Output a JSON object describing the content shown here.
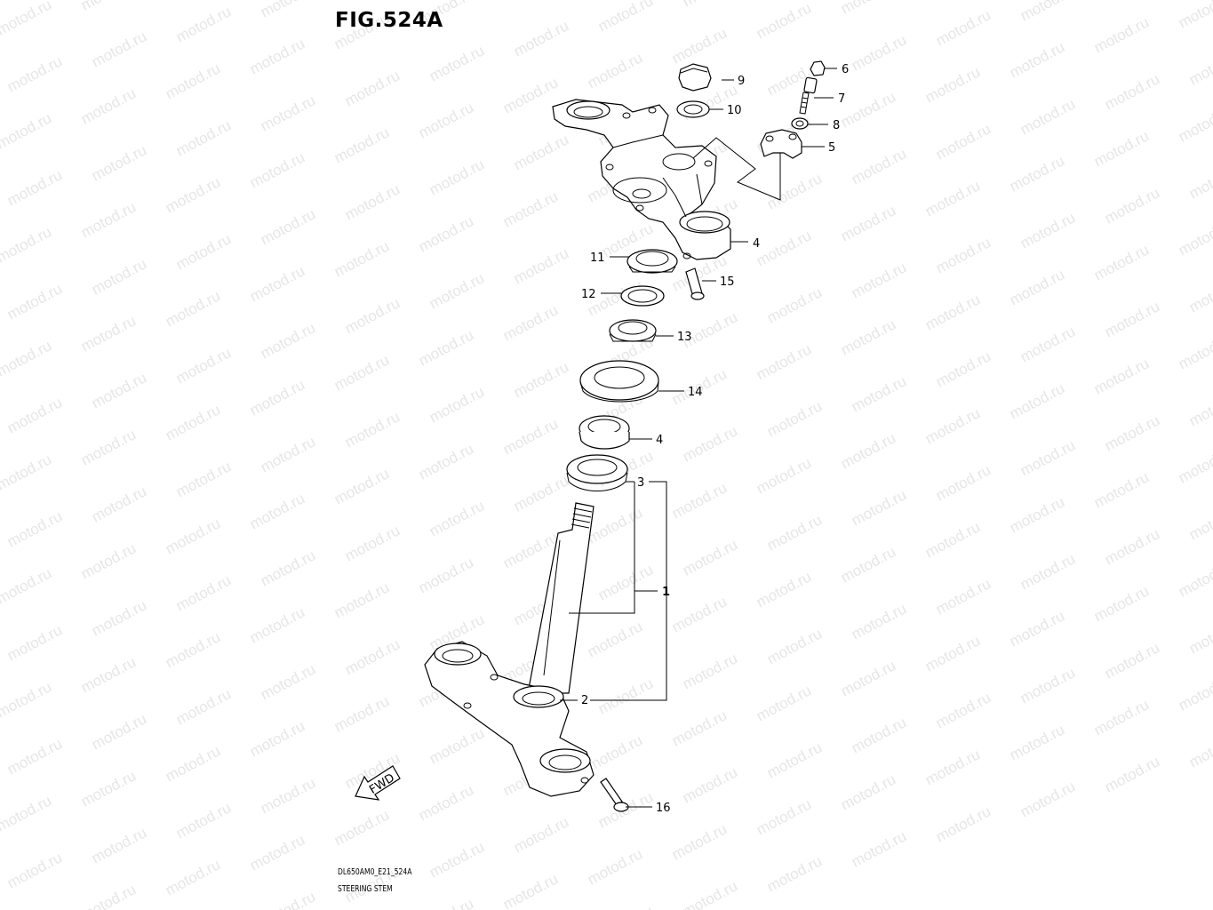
{
  "figure": {
    "title": "FIG.524A",
    "code": "DL650AM0_E21_524A",
    "name": "STEERING STEM",
    "fwd_label": "FWD",
    "watermark": "motod.ru"
  },
  "callouts": [
    {
      "id": "c1",
      "label": "1"
    },
    {
      "id": "c2",
      "label": "2"
    },
    {
      "id": "c3",
      "label": "3"
    },
    {
      "id": "c4a",
      "label": "4"
    },
    {
      "id": "c4b",
      "label": "4"
    },
    {
      "id": "c5",
      "label": "5"
    },
    {
      "id": "c6",
      "label": "6"
    },
    {
      "id": "c7",
      "label": "7"
    },
    {
      "id": "c8",
      "label": "8"
    },
    {
      "id": "c9",
      "label": "9"
    },
    {
      "id": "c10",
      "label": "10"
    },
    {
      "id": "c11",
      "label": "11"
    },
    {
      "id": "c12",
      "label": "12"
    },
    {
      "id": "c13",
      "label": "13"
    },
    {
      "id": "c14",
      "label": "14"
    },
    {
      "id": "c15",
      "label": "15"
    },
    {
      "id": "c16",
      "label": "16"
    }
  ]
}
